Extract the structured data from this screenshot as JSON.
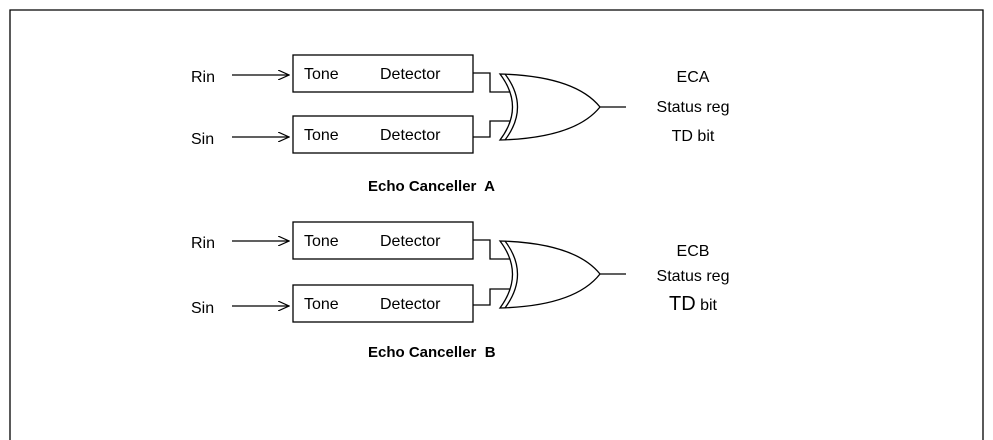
{
  "canceller_a": {
    "input_top": "Rin",
    "input_bottom": "Sin",
    "detector_top": {
      "word1": "Tone",
      "word2": "Detector"
    },
    "detector_bottom": {
      "word1": "Tone",
      "word2": "Detector"
    },
    "output_line1": "ECA",
    "output_line2": "Status reg",
    "output_line3": "TD bit",
    "caption": "Echo Canceller  A"
  },
  "canceller_b": {
    "input_top": "Rin",
    "input_bottom": "Sin",
    "detector_top": {
      "word1": "Tone",
      "word2": "Detector"
    },
    "detector_bottom": {
      "word1": "Tone",
      "word2": "Detector"
    },
    "output_line1": "ECB",
    "output_line2": "Status reg",
    "output_line3_big": "TD",
    "output_line3_small": " bit",
    "caption": "Echo Canceller  B"
  }
}
